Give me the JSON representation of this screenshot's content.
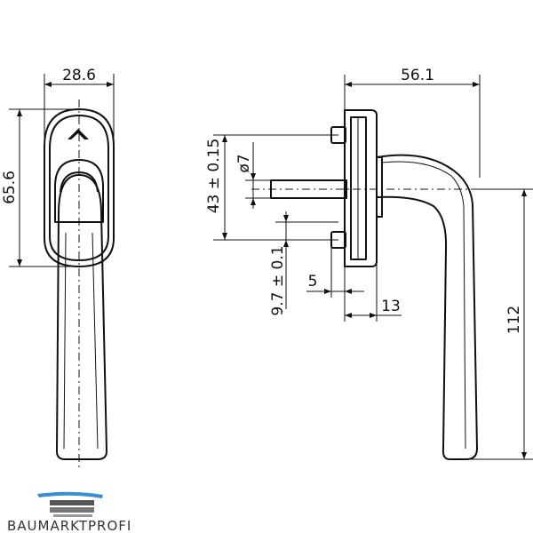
{
  "drawing": {
    "front_view": {
      "width_label": "28.6",
      "height_label": "65.6"
    },
    "side_view": {
      "overall_width_label": "56.1",
      "hole_spacing_label": "43 ± 0.15",
      "spindle_diameter_label": "ø7",
      "offset_label": "9.7 ± 0.1",
      "spindle_length_label": "5",
      "base_thickness_label": "13",
      "handle_length_label": "112"
    }
  },
  "logo": {
    "text": "BAUMARKTPROFI",
    "colors": {
      "roof": "#3b8fd0",
      "ink": "#333333"
    }
  }
}
